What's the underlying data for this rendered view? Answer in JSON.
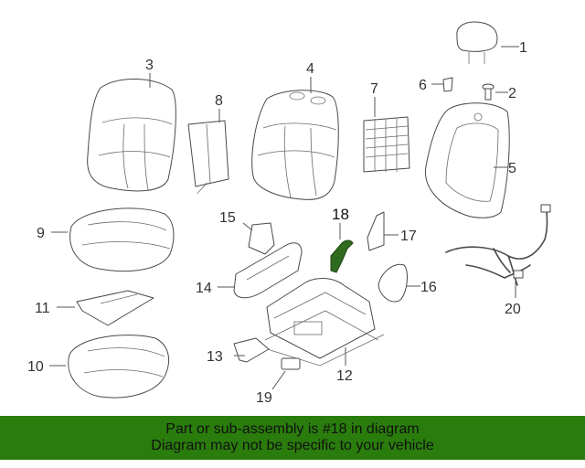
{
  "diagram": {
    "highlighted_part": "18",
    "highlight_color": "#2f6b1f",
    "callouts": {
      "c1": "1",
      "c2": "2",
      "c3": "3",
      "c4": "4",
      "c5": "5",
      "c6": "6",
      "c7": "7",
      "c8": "8",
      "c9": "9",
      "c10": "10",
      "c11": "11",
      "c12": "12",
      "c13": "13",
      "c14": "14",
      "c15": "15",
      "c16": "16",
      "c17": "17",
      "c18": "18",
      "c19": "19",
      "c20": "20"
    }
  },
  "banner": {
    "background": "#2a7d0d",
    "line1": "Part or sub-assembly is #18 in diagram",
    "line2": "Diagram may not be specific to your vehicle"
  }
}
